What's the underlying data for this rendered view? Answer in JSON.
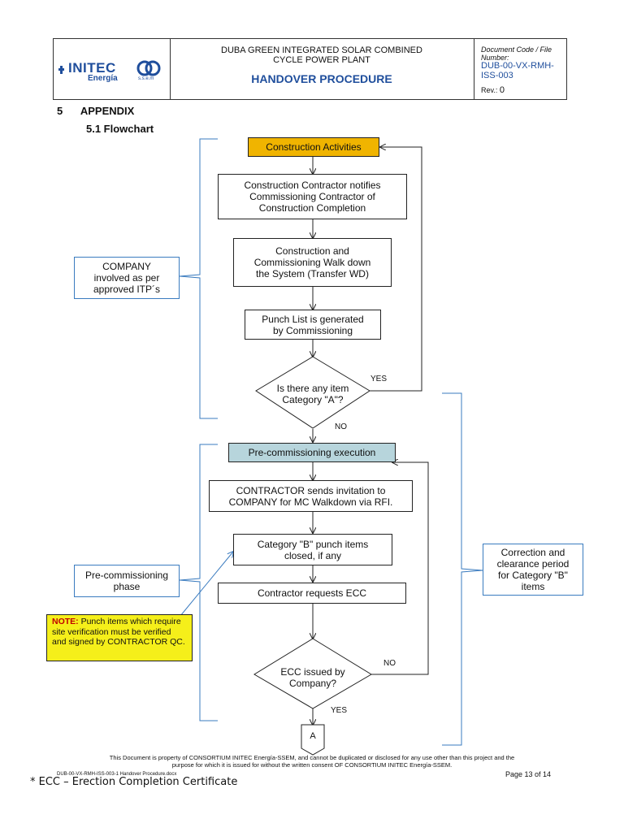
{
  "header": {
    "logo_text": "INITEC",
    "logo_sub": "Energía",
    "logo_ssem": "s.s.e.m",
    "project_title": "DUBA GREEN INTEGRATED SOLAR COMBINED\nCYCLE POWER PLANT",
    "doc_title": "HANDOVER PROCEDURE",
    "doc_code_label": "Document Code / File Number:",
    "doc_code": "DUB-00-VX-RMH-ISS-003",
    "rev_label": "Rev.:",
    "rev_value": "0"
  },
  "section": {
    "number": "5",
    "title": "APPENDIX",
    "subsection": "5.1 Flowchart"
  },
  "flowchart": {
    "construction_activities": "Construction Activities",
    "notify": "Construction Contractor notifies\nCommissioning Contractor of\nConstruction Completion",
    "walkdown": "Construction and\nCommissioning Walk down\nthe System (Transfer WD)",
    "punch_list": "Punch List is generated\nby Commissioning",
    "decision_a": "Is there any item\nCategory \"A\"?",
    "yes_a": "YES",
    "no_a": "NO",
    "precommissioning_exec": "Pre-commissioning execution",
    "invitation": "CONTRACTOR sends invitation to\nCOMPANY for MC Walkdown via RFI.",
    "category_b": "Category \"B\" punch items\nclosed, if any",
    "request_ecc": "Contractor requests ECC",
    "decision_ecc": "ECC issued by\nCompany?",
    "no_ecc": "NO",
    "yes_ecc": "YES",
    "connector": "A"
  },
  "side_notes": {
    "company": "COMPANY\ninvolved as per\napproved ITP´s",
    "precommissioning_phase": "Pre-commissioning\nphase",
    "correction": "Correction and\nclearance period\nfor Category \"B\"\nitems",
    "note_label": "NOTE:",
    "note_text": " Punch items which require site verification must be verified and signed by CONTRACTOR QC."
  },
  "footer": {
    "disclaimer": "This Document is property of CONSORTIUM INITEC Energía-SSEM, and cannot be duplicated or disclosed for any use other than this project and the\npurpose for which it is issued for without the written consent OF CONSORTIUM INITEC Energía-SSEM.",
    "file_name": "DUB-00-VX-RMH-ISS-003-1  Handover Procedure.docx",
    "page": "Page 13 of 14",
    "footnote": "* ECC – Erection Completion Certificate"
  },
  "colors": {
    "construction_fill": "#f0b400",
    "precomm_fill": "#b7d5dc",
    "note_fill": "#f5ef1a",
    "blue_line": "#3a7bbf",
    "title_blue": "#1f4e9c"
  }
}
